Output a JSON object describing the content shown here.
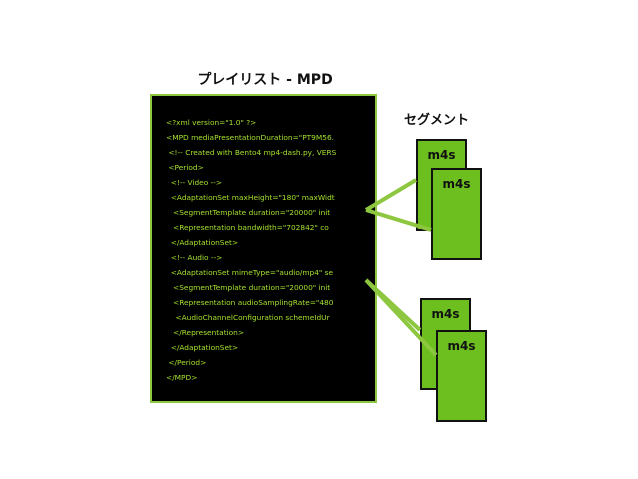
{
  "playlist_title": "プレイリスト - MPD",
  "segments_title": "セグメント",
  "mpd_lines": [
    "<?xml version=\"1.0\" ?>",
    "<MPD mediaPresentationDuration=\"PT9M56.",
    " <!-- Created with Bento4 mp4-dash.py, VERS",
    " <Period>",
    "  <!-- Video -->",
    "  <AdaptationSet maxHeight=\"180\" maxWidt",
    "   <SegmentTemplate duration=\"20000\" init",
    "   <Representation bandwidth=\"702842\" co",
    "  </AdaptationSet>",
    "  <!-- Audio -->",
    "  <AdaptationSet mimeType=\"audio/mp4\" se",
    "   <SegmentTemplate duration=\"20000\" init",
    "   <Representation audioSamplingRate=\"480",
    "    <AudioChannelConfiguration schemeIdUr",
    "   </Representation>",
    "  </AdaptationSet>",
    " </Period>",
    "</MPD>"
  ],
  "segments": [
    {
      "label": "m4s"
    },
    {
      "label": "m4s"
    },
    {
      "label": "m4s"
    },
    {
      "label": "m4s"
    }
  ],
  "colors": {
    "accent_green": "#8dc63f",
    "segment_fill": "#6cbf1f",
    "code_text": "#a6e22e",
    "panel_bg": "#000000"
  }
}
